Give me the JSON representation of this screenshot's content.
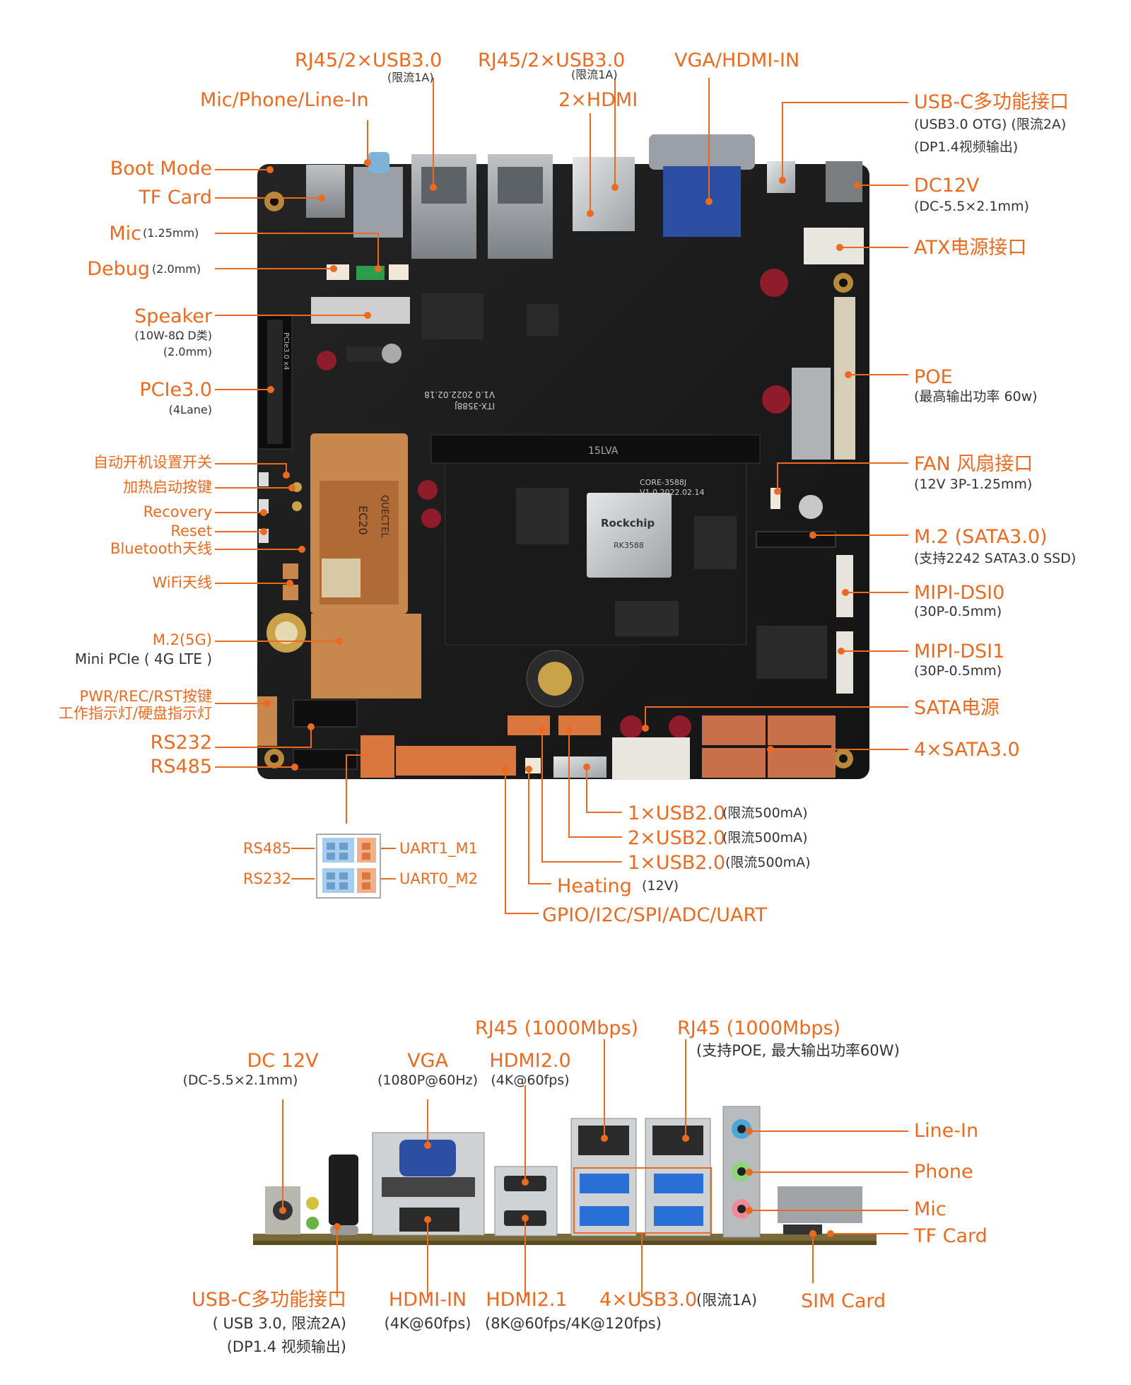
{
  "top_left": {
    "boot_mode": "Boot Mode",
    "tf_card": "TF Card",
    "mic": "Mic",
    "mic_spec": "(1.25mm)",
    "debug": "Debug",
    "debug_spec": "(2.0mm)",
    "speaker": "Speaker",
    "speaker_spec1": "(10W-8Ω D类)",
    "speaker_spec2": "(2.0mm)",
    "pcie": "PCIe3.0",
    "pcie_spec": "(4Lane)",
    "auto_power": "自动开机设置开关",
    "heat_button": "加热启动按键",
    "recovery": "Recovery",
    "reset": "Reset",
    "bluetooth": "Bluetooth天线",
    "wifi": "WiFi天线",
    "m2_5g": "M.2(5G)",
    "mini_pcie": "Mini PCIe ( 4G LTE )",
    "pwr_keys": "PWR/REC/RST按键",
    "indicators": "工作指示灯/硬盘指示灯",
    "rs232": "RS232",
    "rs485": "RS485"
  },
  "top_header": {
    "rj45_a": "RJ45/2×USB3.0",
    "rj45_a_note": "(限流1A)",
    "rj45_b": "RJ45/2×USB3.0",
    "rj45_b_note": "(限流1A)",
    "mic_phone": "Mic/Phone/Line-In",
    "hdmi2": "2×HDMI",
    "vga_hdmi_in": "VGA/HDMI-IN"
  },
  "top_right": {
    "usbc": "USB-C多功能接口",
    "usbc_spec1": "(USB3.0 OTG) (限流2A)",
    "usbc_spec2": "(DP1.4视频输出)",
    "dc12": "DC12V",
    "dc12_spec": "(DC-5.5×2.1mm)",
    "atx": "ATX电源接口",
    "poe": "POE",
    "poe_spec": "(最高输出功率 60w)",
    "fan": "FAN 风扇接口",
    "fan_spec": "(12V 3P-1.25mm)",
    "m2_sata": "M.2 (SATA3.0)",
    "m2_sata_spec": "(支持2242 SATA3.0 SSD)",
    "mipi0": "MIPI-DSI0",
    "mipi0_spec": "(30P-0.5mm)",
    "mipi1": "MIPI-DSI1",
    "mipi1_spec": "(30P-0.5mm)",
    "sata_power": "SATA电源",
    "sata4": "4×SATA3.0"
  },
  "top_bottom": {
    "usb_a": "1×USB2.0",
    "usb_a_note": "(限流500mA)",
    "usb_b": "2×USB2.0",
    "usb_b_note": "(限流500mA)",
    "usb_c": "1×USB2.0",
    "usb_c_note": "(限流500mA)",
    "heating": "Heating",
    "heating_note": "(12V)",
    "gpio": "GPIO/I2C/SPI/ADC/UART",
    "uart_rs485": "RS485",
    "uart_rs232": "RS232",
    "uart1": "UART1_M1",
    "uart0": "UART0_M2"
  },
  "board": {
    "pcie_silk": "PCIe3.0 x4",
    "board_model": "ITX-3588J",
    "board_date": "V1.0 2022.02.18",
    "core_model": "CORE-3588J",
    "core_ver": "V1.0 2022.02.14",
    "soc_brand": "Rockchip",
    "soc_part": "RK3588",
    "module_brand": "QUECTEL",
    "module_part": "EC20",
    "ram_label": "15LVA"
  },
  "rear": {
    "dc12": "DC 12V",
    "dc12_spec": "(DC-5.5×2.1mm)",
    "vga": "VGA",
    "vga_spec": "(1080P@60Hz)",
    "rj45_1": "RJ45 (1000Mbps)",
    "hdmi20": "HDMI2.0",
    "hdmi20_spec": "(4K@60fps)",
    "rj45_2": "RJ45 (1000Mbps)",
    "rj45_2_spec": "(支持POE, 最大输出功率60W)",
    "line_in": "Line-In",
    "phone": "Phone",
    "mic": "Mic",
    "tf_card": "TF Card",
    "usbc": "USB-C多功能接口",
    "usbc_spec1": "( USB 3.0, 限流2A)",
    "usbc_spec2": "(DP1.4 视频输出)",
    "hdmi_in": "HDMI-IN",
    "hdmi_in_spec": "(4K@60fps)",
    "hdmi21": "HDMI2.1",
    "hdmi21_spec": "(8K@60fps/4K@120fps)",
    "usb3": "4×USB3.0",
    "usb3_note": "(限流1A)",
    "sim": "SIM Card"
  },
  "colors": {
    "accent": "#ec6a1f",
    "board": "#1c1c1c",
    "pcb_rear": "#7a6a3a",
    "vga_blue": "#2d4fa3",
    "usb3_blue": "#2a6fd6",
    "sata_copper": "#c7704a"
  }
}
